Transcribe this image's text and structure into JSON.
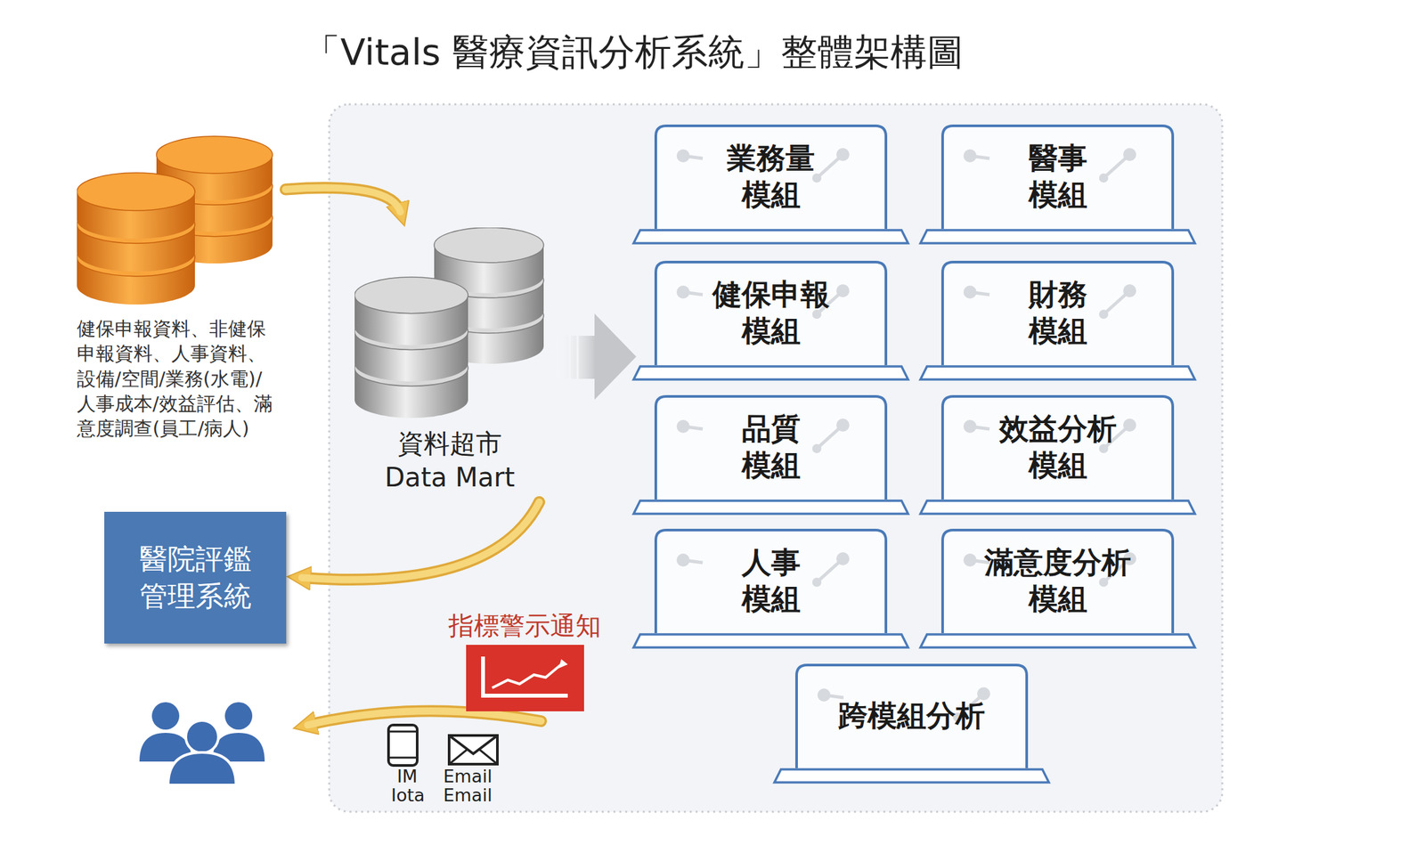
{
  "diagram": {
    "title": "「Vitals 醫療資訊分析系統」整體架構圖",
    "nodes": [
      {
        "text": [
          "健保申報資料、非健保申報資料、人事資料、設備/空間/業務(水電)/人事成本/效益評估、滿意度調查(員工/病人)"
        ]
      },
      {
        "text": [
          "資料超市",
          "Data Mart"
        ]
      },
      {
        "text": [
          "業務量 模組"
        ]
      },
      {
        "text": [
          "醫事 模組"
        ]
      },
      {
        "text": [
          "健保申報 模組"
        ]
      },
      {
        "text": [
          "財務 模組"
        ]
      },
      {
        "text": [
          "品質 模組"
        ]
      },
      {
        "text": [
          "效益分析 模組"
        ]
      },
      {
        "text": [
          "人事 模組"
        ]
      },
      {
        "text": [
          "滿意度分析 模組"
        ]
      },
      {
        "text": [
          "跨模組分析"
        ]
      },
      {
        "text": [
          "醫院評鑑 管理系統"
        ]
      },
      {
        "text": [
          "指標警示通知"
        ]
      }
    ],
    "edges": [
      {
        "from": 0,
        "to": 1,
        "arrow": "to"
      },
      {
        "from": 1,
        "to": 11,
        "arrow": "to"
      }
    ],
    "labels": [
      "IM",
      "Iota",
      "Email",
      "Email"
    ]
  }
}
